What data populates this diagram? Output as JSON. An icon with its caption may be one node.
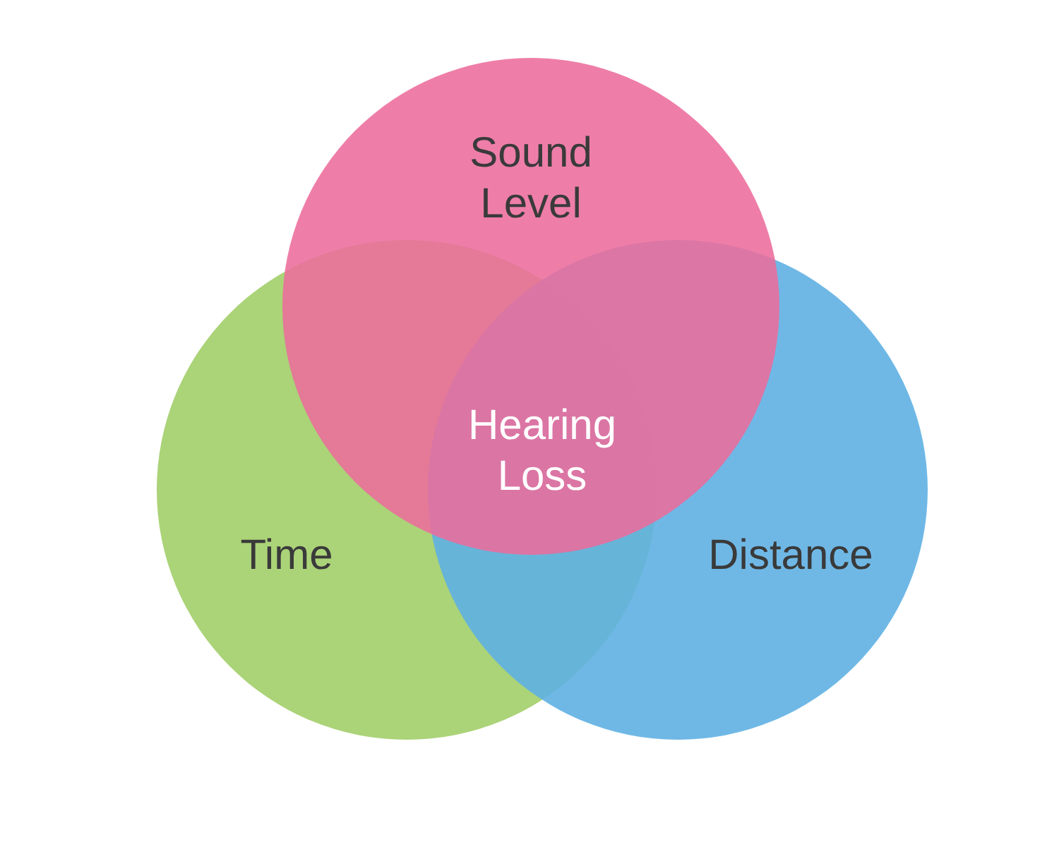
{
  "diagram": {
    "nodes": [
      {
        "text": [
          "Sound Level"
        ]
      },
      {
        "text": [
          "Time"
        ]
      },
      {
        "text": [
          "Distance"
        ]
      }
    ],
    "edges": [],
    "labels": [
      "Hearing Loss"
    ]
  }
}
